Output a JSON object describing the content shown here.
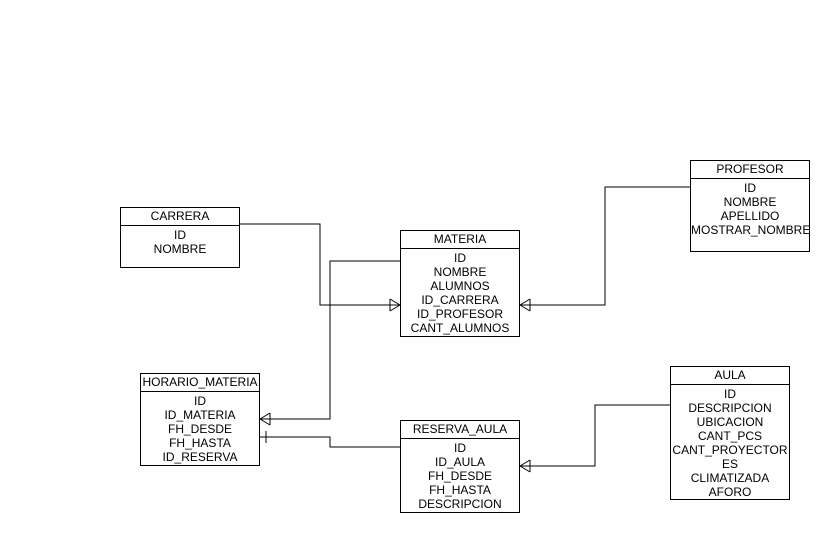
{
  "entities": {
    "carrera": {
      "title": "CARRERA",
      "fields": [
        "ID",
        "NOMBRE"
      ]
    },
    "profesor": {
      "title": "PROFESOR",
      "fields": [
        "ID",
        "NOMBRE",
        "APELLIDO",
        "MOSTRAR_NOMBRE"
      ]
    },
    "materia": {
      "title": "MATERIA",
      "fields": [
        "ID",
        "NOMBRE",
        "ALUMNOS",
        "ID_CARRERA",
        "ID_PROFESOR",
        "CANT_ALUMNOS"
      ]
    },
    "horario_materia": {
      "title": "HORARIO_MATERIA",
      "fields": [
        "ID",
        "ID_MATERIA",
        "FH_DESDE",
        "FH_HASTA",
        "ID_RESERVA"
      ]
    },
    "reserva_aula": {
      "title": "RESERVA_AULA",
      "fields": [
        "ID",
        "ID_AULA",
        "FH_DESDE",
        "FH_HASTA",
        "DESCRIPCION"
      ]
    },
    "aula": {
      "title": "AULA",
      "fields": [
        "ID",
        "DESCRIPCION",
        "UBICACION",
        "CANT_PCS",
        "CANT_PROYECTORES",
        "CLIMATIZADA",
        "AFORO"
      ]
    }
  },
  "relationships": [
    {
      "from": "carrera",
      "to": "materia",
      "to_end": "one-or-many"
    },
    {
      "from": "profesor",
      "to": "materia",
      "to_end": "one-or-many"
    },
    {
      "from": "materia",
      "to": "horario_materia",
      "to_end": "one-or-many"
    },
    {
      "from": "horario_materia",
      "to": "reserva_aula",
      "from_end": "one"
    },
    {
      "from": "aula",
      "to": "reserva_aula",
      "to_end": "one-or-many"
    }
  ],
  "colors": {
    "line": "#000000",
    "background": "#ffffff"
  }
}
